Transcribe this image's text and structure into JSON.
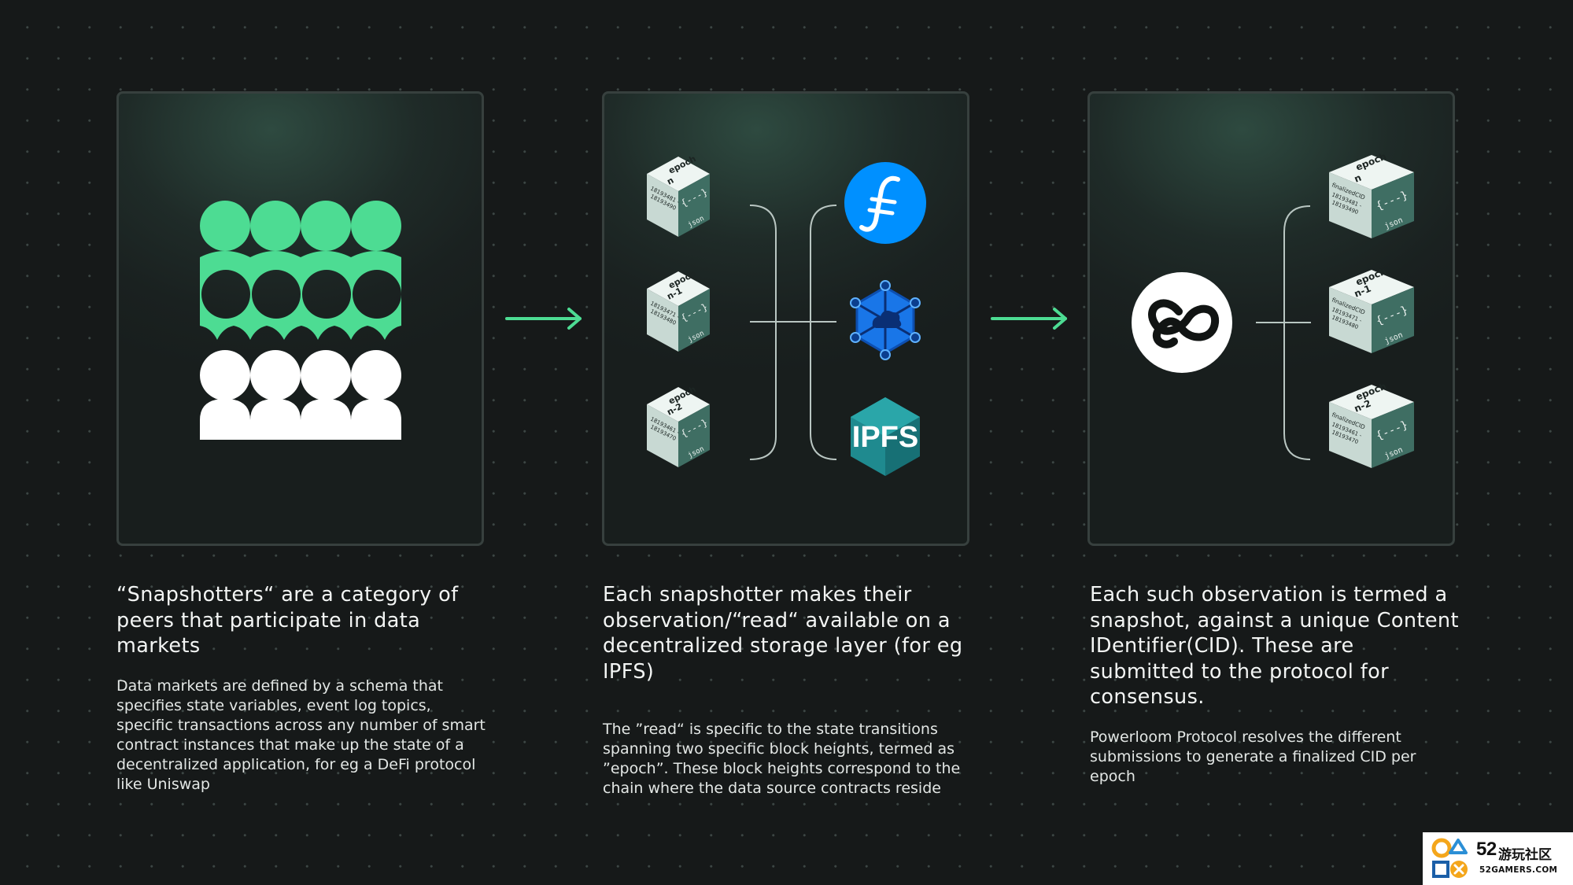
{
  "colors": {
    "background": "#161919",
    "accent_green": "#4ddc93",
    "filecoin_blue": "#0090ff",
    "ipfs_teal": "#1f8a8f",
    "text": "#eef1ef"
  },
  "panels": [
    {
      "id": "snapshotters",
      "icon": "peer-grid-icon",
      "caption_title": "“Snapshotters“ are a category of peers that participate in data markets",
      "caption_body": "Data markets are defined by a schema that specifies state variables, event log topics, specific transactions across any number of smart contract instances that make up the state of a decentralized application, for eg a DeFi protocol like Uniswap"
    },
    {
      "id": "storage",
      "cubes": [
        {
          "epoch": "epoch",
          "index": "n",
          "range_a": "18193481 -",
          "range_b": "18193490",
          "json_braces": "{---}",
          "json": "json"
        },
        {
          "epoch": "epoch",
          "index": "n-1",
          "range_a": "18193471 -",
          "range_b": "18193480",
          "json_braces": "{---}",
          "json": "json"
        },
        {
          "epoch": "epoch",
          "index": "n-2",
          "range_a": "18193461 -",
          "range_b": "18193470",
          "json_braces": "{---}",
          "json": "json"
        }
      ],
      "storage_icons": [
        "filecoin-icon",
        "arweave-network-icon",
        "ipfs-icon"
      ],
      "ipfs_label": "IPFS",
      "caption_title": "Each snapshotter makes their observation/“read“ available on a decentralized storage layer (for eg IPFS)",
      "caption_body": "The ”read“ is specific to the state transitions spanning two specific block heights, termed as ”epoch”. These block heights correspond to the chain where the data source contracts reside"
    },
    {
      "id": "consensus",
      "icon": "powerloom-logo-icon",
      "cubes": [
        {
          "epoch": "epoch",
          "index": "n",
          "cid": "finalizedCID",
          "range_a": "18193481 -",
          "range_b": "18193490",
          "json_braces": "{---}",
          "json": "json"
        },
        {
          "epoch": "epoch",
          "index": "n-1",
          "cid": "finalizedCID",
          "range_a": "18193471 -",
          "range_b": "18193480",
          "json_braces": "{---}",
          "json": "json"
        },
        {
          "epoch": "epoch",
          "index": "n-2",
          "cid": "finalizedCID",
          "range_a": "18193461 -",
          "range_b": "18193470",
          "json_braces": "{---}",
          "json": "json"
        }
      ],
      "caption_title": "Each such observation is termed a snapshot, against a unique Content IDentifier(CID). These are submitted to the protocol for consensus.",
      "caption_body": "Powerloom Protocol resolves the different submissions to generate a finalized CID per epoch"
    }
  ],
  "arrows": [
    "arrow-right-icon",
    "arrow-right-icon"
  ],
  "watermark": {
    "number": "52",
    "name": "游玩社区",
    "site": "52GAMERS.COM"
  }
}
